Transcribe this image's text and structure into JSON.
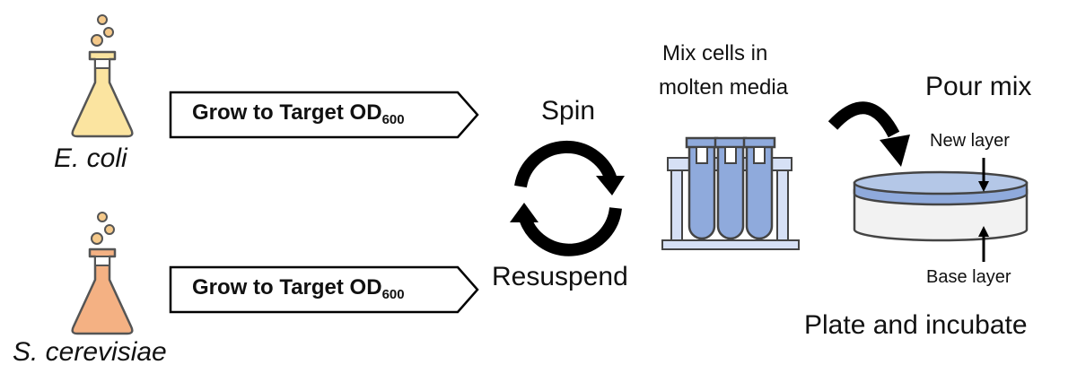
{
  "organisms": {
    "ecoli": "E. coli",
    "yeast": "S. cerevisiae"
  },
  "arrows": {
    "top": {
      "text": "Grow to Target OD",
      "subscript": "600"
    },
    "bottom": {
      "text": "Grow to Target OD",
      "subscript": "600"
    }
  },
  "cycle": {
    "top_label": "Spin",
    "bottom_label": "Resuspend"
  },
  "mix": {
    "line1": "Mix cells in",
    "line2": "molten media"
  },
  "plate": {
    "pour_label": "Pour mix",
    "new_layer": "New layer",
    "base_layer": "Base layer",
    "caption": "Plate and incubate"
  },
  "colors": {
    "ecoli_flask": "#FBE4A0",
    "yeast_flask": "#F4B183",
    "bubbles": "#F5C98A",
    "tubes": "#8FAADC",
    "rack": "#D6E0F5",
    "new_layer": "#8FAADC",
    "base_layer": "#F2F2F2"
  }
}
